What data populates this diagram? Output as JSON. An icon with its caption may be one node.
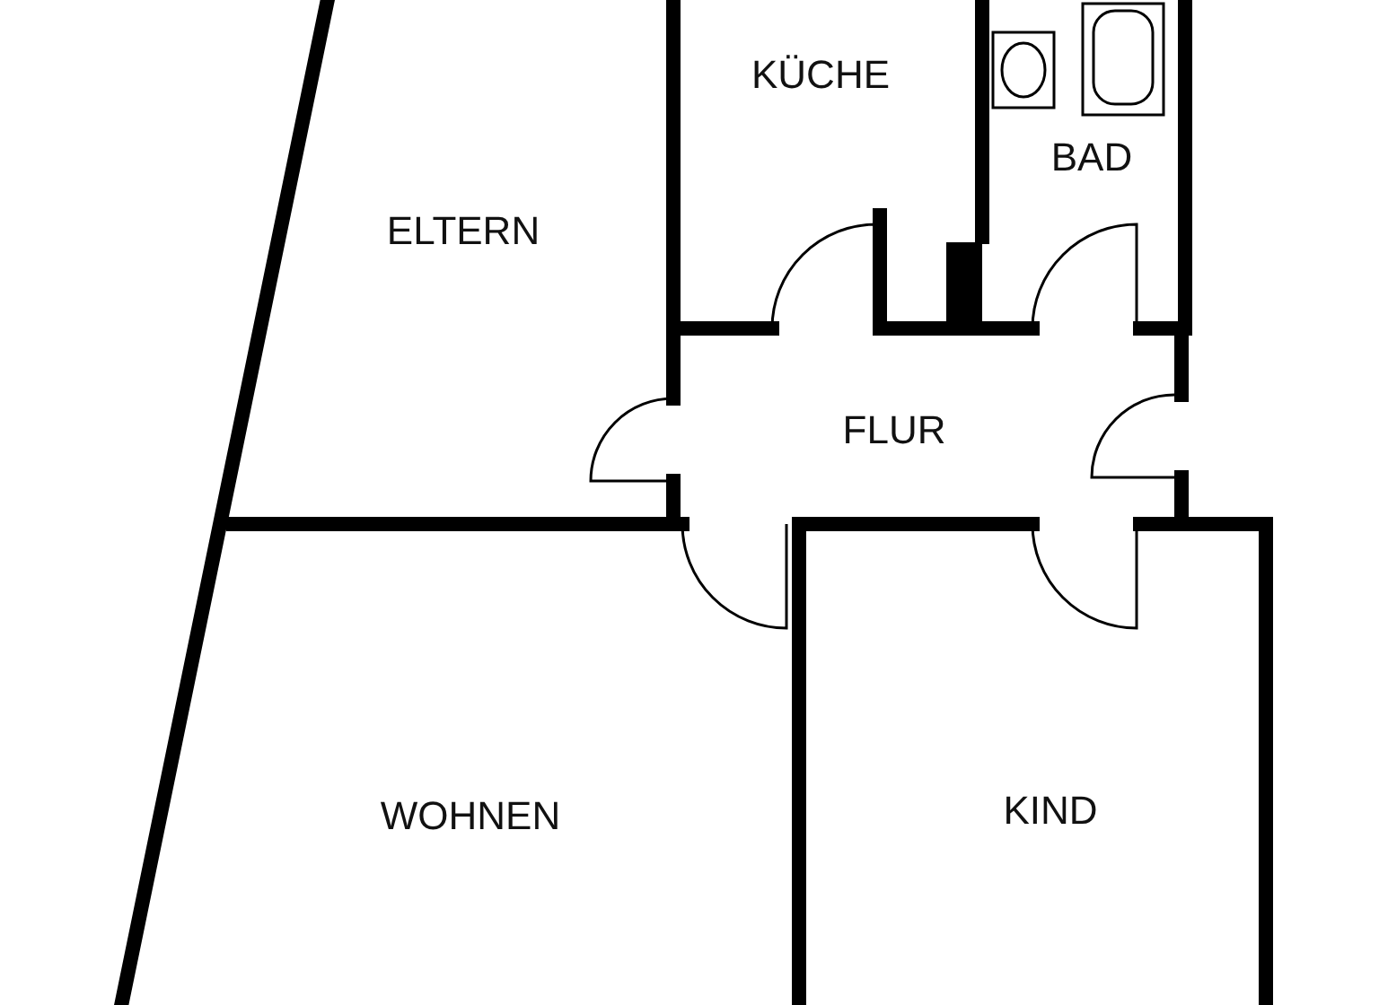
{
  "diagram": {
    "labels": [
      "KÜCHE",
      "BAD",
      "ELTERN",
      "FLUR",
      "WOHNEN",
      "KIND"
    ]
  }
}
